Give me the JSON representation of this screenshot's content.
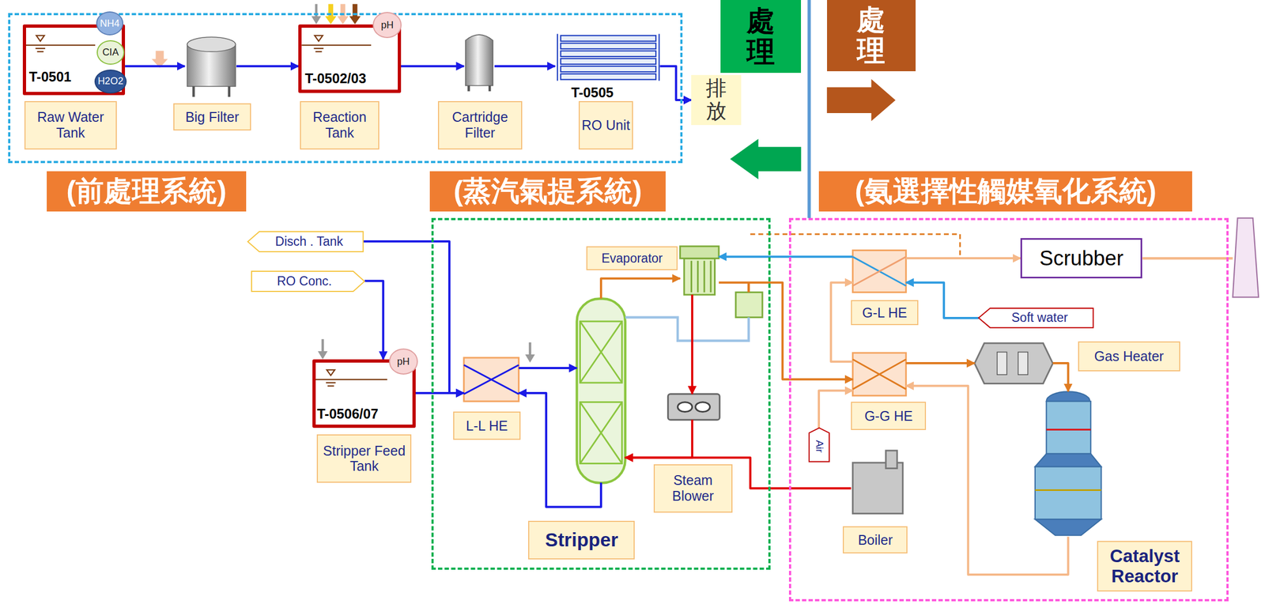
{
  "diagram": {
    "nodes": [
      {
        "text": [
          "(前處理系統)"
        ]
      },
      {
        "text": [
          "T-0501",
          "Raw Water Tank"
        ],
        "in": 0
      },
      {
        "text": [
          "NH4"
        ],
        "in": 0
      },
      {
        "text": [
          "CIA"
        ],
        "in": 0
      },
      {
        "text": [
          "H2O2"
        ],
        "in": 0
      },
      {
        "text": [
          "Big Filter"
        ],
        "in": 0
      },
      {
        "text": [
          "T-0502/03",
          "Reaction Tank"
        ],
        "in": 0
      },
      {
        "text": [
          "pH"
        ],
        "in": 0
      },
      {
        "text": [
          "Cartridge Filter"
        ],
        "in": 0
      },
      {
        "text": [
          "T-0505",
          "RO Unit"
        ],
        "in": 0
      },
      {
        "text": [
          "排放"
        ]
      },
      {
        "text": [
          "處理"
        ]
      },
      {
        "text": [
          "處理"
        ]
      },
      {
        "text": [
          "(蒸汽氣提系統)"
        ]
      },
      {
        "text": [
          "(氨選擇性觸媒氧化系統)"
        ]
      },
      {
        "text": [
          "Disch . Tank"
        ]
      },
      {
        "text": [
          "RO Conc."
        ]
      },
      {
        "text": [
          "T-0506/07",
          "Stripper Feed Tank"
        ]
      },
      {
        "text": [
          "pH"
        ]
      },
      {
        "text": [
          "L-L HE"
        ],
        "in": 13
      },
      {
        "text": [
          "Evaporator"
        ],
        "in": 13
      },
      {
        "text": [
          "Stripper"
        ],
        "in": 13
      },
      {
        "text": [
          "Steam Blower"
        ],
        "in": 13
      },
      {
        "text": [
          "G-L HE"
        ],
        "in": 14
      },
      {
        "text": [
          "Scrubber"
        ],
        "in": 14
      },
      {
        "text": [
          "Soft water"
        ],
        "in": 14
      },
      {
        "text": [
          "G-G HE"
        ],
        "in": 14
      },
      {
        "text": [
          "Gas Heater"
        ],
        "in": 14
      },
      {
        "text": [
          "Air"
        ],
        "in": 14
      },
      {
        "text": [
          "Boiler"
        ],
        "in": 14
      },
      {
        "text": [
          "Catalyst Reactor"
        ],
        "in": 14
      }
    ],
    "edges": [
      {
        "from": 1,
        "to": 5,
        "arrow": "to"
      },
      {
        "from": 5,
        "to": 6,
        "arrow": "to"
      },
      {
        "from": 6,
        "to": 8,
        "arrow": "to"
      },
      {
        "from": 8,
        "to": 9,
        "arrow": "to"
      },
      {
        "from": 9,
        "to": 10,
        "arrow": "to"
      },
      {
        "from": 15,
        "to": 19,
        "arrow": "to"
      },
      {
        "from": 16,
        "to": 17,
        "arrow": "to"
      },
      {
        "from": 17,
        "to": 19,
        "arrow": "to"
      },
      {
        "from": 19,
        "to": 21,
        "arrow": "to"
      },
      {
        "from": 21,
        "to": 19,
        "arrow": "to"
      },
      {
        "from": 21,
        "to": 20,
        "arrow": "to"
      },
      {
        "from": 20,
        "to": 22,
        "arrow": "to"
      },
      {
        "from": 22,
        "to": 21,
        "arrow": "to"
      },
      {
        "from": 29,
        "to": 21,
        "arrow": "to"
      },
      {
        "from": 20,
        "to": 26,
        "arrow": "to"
      },
      {
        "from": 26,
        "to": 27,
        "arrow": "to"
      },
      {
        "from": 27,
        "to": 30,
        "arrow": "to"
      },
      {
        "from": 30,
        "to": 26,
        "arrow": "to"
      },
      {
        "from": 26,
        "to": 23,
        "arrow": "to"
      },
      {
        "from": 23,
        "to": 24,
        "arrow": "to"
      },
      {
        "from": 25,
        "to": 23,
        "arrow": "to"
      },
      {
        "from": 23,
        "to": 20,
        "arrow": "to"
      },
      {
        "from": 28,
        "to": 26,
        "arrow": "to"
      }
    ]
  }
}
